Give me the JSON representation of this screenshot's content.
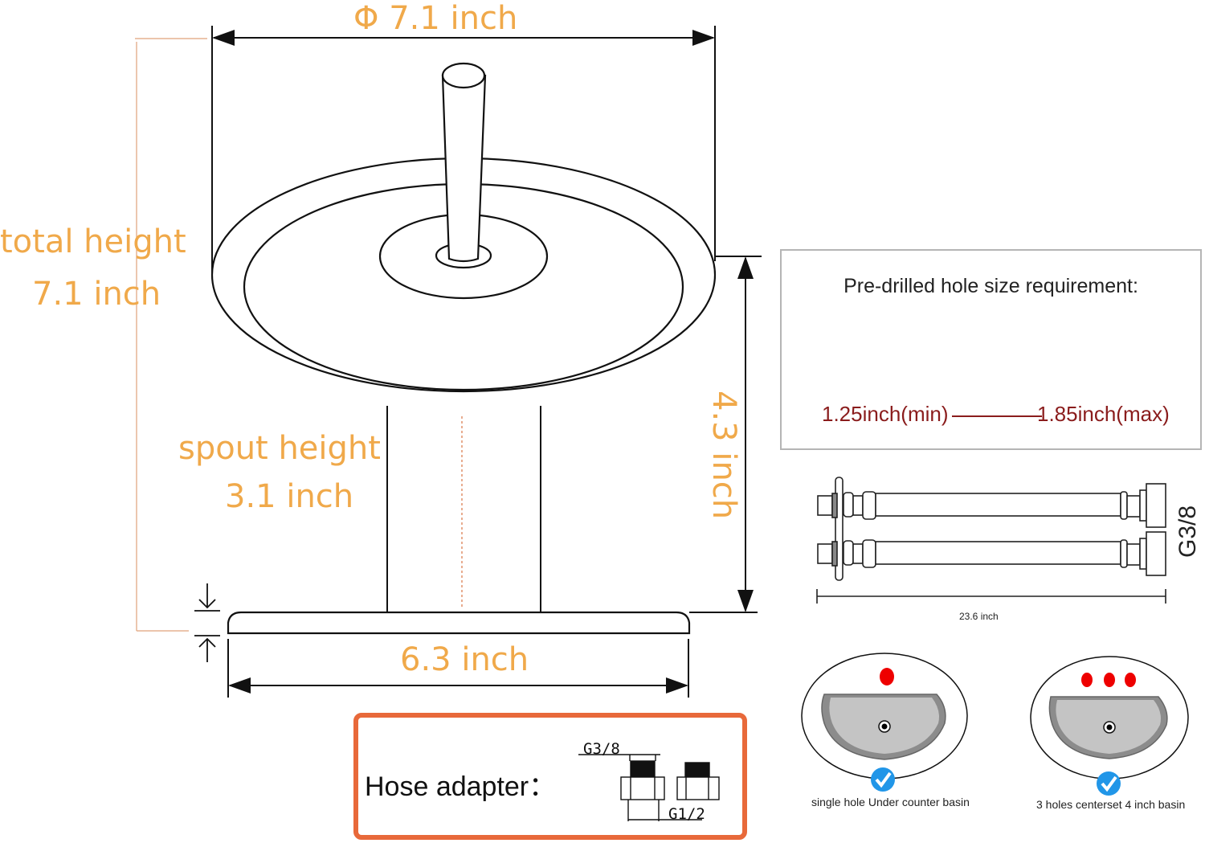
{
  "faucet": {
    "diameter_label": "Φ 7.1 inch",
    "total_height_label": "total height",
    "total_height_value": "7.1 inch",
    "spout_height_label": "spout height",
    "spout_height_value": "3.1 inch",
    "spout_reach_label": "4.3 inch",
    "base_width_label": "6.3 inch",
    "dimension_color": "#f0a94a"
  },
  "hole_requirement": {
    "title": "Pre-drilled hole size requirement:",
    "min": "1.25inch(min)",
    "max": "1.85inch(max)",
    "value_color": "#8a1c1c"
  },
  "hoses": {
    "length_label": "23.6 inch",
    "thread_label": "G3/8"
  },
  "hose_adapter": {
    "label": "Hose adapter：",
    "thread_top": "G3/8",
    "thread_bottom": "G1/2",
    "border_color": "#e8693a"
  },
  "basins": [
    {
      "caption": "single hole Under counter basin",
      "holes": 1,
      "supported": true
    },
    {
      "caption": "3 holes centerset 4 inch basin",
      "holes": 3,
      "supported": true
    }
  ]
}
